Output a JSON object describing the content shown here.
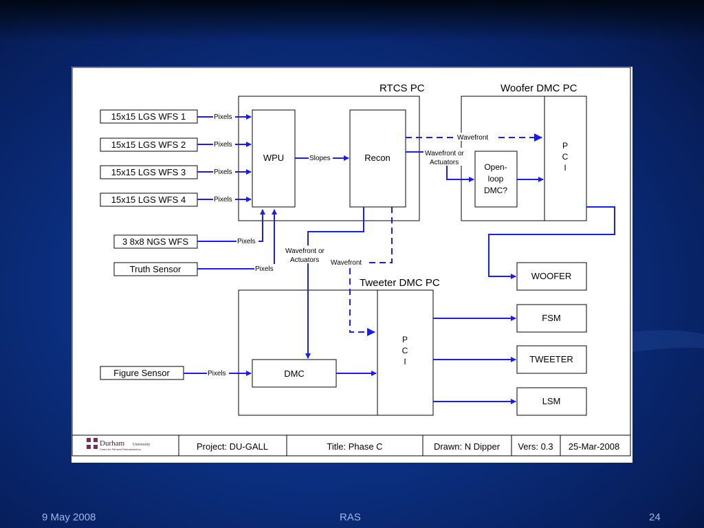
{
  "diagram": {
    "containers": {
      "rtcs": "RTCS PC",
      "woofer_pc": "Woofer DMC PC",
      "tweeter_pc": "Tweeter DMC PC"
    },
    "inputs": {
      "lgs1": "15x15 LGS WFS 1",
      "lgs2": "15x15 LGS WFS 2",
      "lgs3": "15x15 LGS WFS 3",
      "lgs4": "15x15 LGS WFS 4",
      "ngs": "3 8x8 NGS WFS",
      "truth": "Truth Sensor",
      "figure": "Figure Sensor"
    },
    "blocks": {
      "wpu": "WPU",
      "recon": "Recon",
      "openloop": [
        "Open-",
        "loop",
        "DMC?"
      ],
      "dmc": "DMC",
      "pci_letters": [
        "P",
        "C",
        "I"
      ]
    },
    "outputs": {
      "woofer": "WOOFER",
      "fsm": "FSM",
      "tweeter": "TWEETER",
      "lsm": "LSM"
    },
    "labels": {
      "pixels": "Pixels",
      "slopes": "Slopes",
      "wavefront": "Wavefront",
      "wavefront_or": "Wavefront or",
      "actuators": "Actuators"
    },
    "title_block": {
      "org": "Durham",
      "org_suffix": "University",
      "org_sub": "Centre for Advanced Instrumentation",
      "project": "Project: DU-GALL",
      "title": "Title: Phase C",
      "drawn": "Drawn: N Dipper",
      "vers": "Vers: 0.3",
      "date": "25-Mar-2008"
    }
  },
  "footer": {
    "date": "9 May 2008",
    "center": "RAS",
    "page": "24"
  },
  "colors": {
    "arrow": "#1a1aff",
    "line": "#000000",
    "footer_text": "#9fb6e8"
  }
}
